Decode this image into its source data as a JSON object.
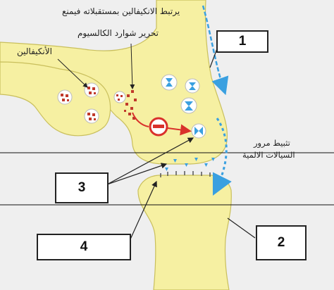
{
  "labels": {
    "enkephalin_receptor_line1": "يرتبط الانكيفالين بمستقبلاته فيمنع",
    "enkephalin_receptor_line2": "تحرير شوارد الكالسيوم",
    "enkephalin": "الأنكيفالين",
    "channels_line1": "تثبيط مرور",
    "channels_line2": "السيالات الالمية"
  },
  "boxes": {
    "b1": "1",
    "b2": "2",
    "b3": "3",
    "b4": "4"
  },
  "colors": {
    "neuron_fill": "#f6f0a2",
    "neuron_stroke": "#c9bf5c",
    "vesicle_red": "#c0392b",
    "blue": "#3aa0e0",
    "inhibit_red": "#d9312b",
    "background": "#efefef"
  },
  "icons": {
    "inhibit": "minus-circle-icon",
    "ion_channel": "bowtie-channel-icon"
  }
}
